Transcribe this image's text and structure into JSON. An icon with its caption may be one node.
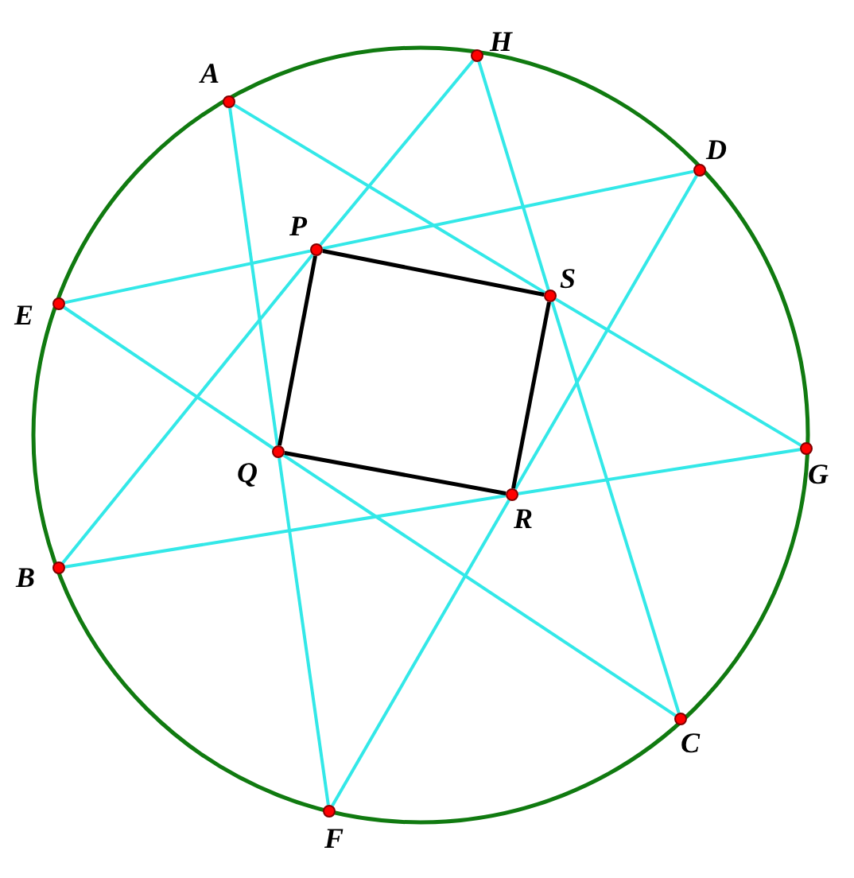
{
  "diagram": {
    "nodes": [
      {
        "text": [
          "H"
        ]
      },
      {
        "text": [
          "A"
        ]
      },
      {
        "text": [
          "D"
        ]
      },
      {
        "text": [
          "P"
        ]
      },
      {
        "text": [
          "S"
        ]
      },
      {
        "text": [
          "E"
        ]
      },
      {
        "text": [
          "G"
        ]
      },
      {
        "text": [
          "Q"
        ]
      },
      {
        "text": [
          "R"
        ]
      },
      {
        "text": [
          "B"
        ]
      },
      {
        "text": [
          "C"
        ]
      },
      {
        "text": [
          "F"
        ]
      }
    ],
    "edges": [
      {
        "from": 1,
        "to": 7,
        "arrow": "none"
      },
      {
        "from": 7,
        "to": 11,
        "arrow": "none"
      },
      {
        "from": 1,
        "to": 4,
        "arrow": "none"
      },
      {
        "from": 4,
        "to": 6,
        "arrow": "none"
      },
      {
        "from": 0,
        "to": 3,
        "arrow": "none"
      },
      {
        "from": 3,
        "to": 9,
        "arrow": "none"
      },
      {
        "from": 0,
        "to": 4,
        "arrow": "none"
      },
      {
        "from": 4,
        "to": 10,
        "arrow": "none"
      },
      {
        "from": 2,
        "to": 3,
        "arrow": "none"
      },
      {
        "from": 3,
        "to": 5,
        "arrow": "none"
      },
      {
        "from": 2,
        "to": 8,
        "arrow": "none"
      },
      {
        "from": 8,
        "to": 11,
        "arrow": "none"
      },
      {
        "from": 5,
        "to": 7,
        "arrow": "none"
      },
      {
        "from": 7,
        "to": 10,
        "arrow": "none"
      },
      {
        "from": 9,
        "to": 8,
        "arrow": "none"
      },
      {
        "from": 8,
        "to": 6,
        "arrow": "none"
      },
      {
        "from": 3,
        "to": 4,
        "arrow": "none",
        "color": "#000000"
      },
      {
        "from": 4,
        "to": 8,
        "arrow": "none",
        "color": "#000000"
      },
      {
        "from": 8,
        "to": 7,
        "arrow": "none",
        "color": "#000000"
      },
      {
        "from": 7,
        "to": 3,
        "arrow": "none",
        "color": "#000000"
      }
    ]
  }
}
